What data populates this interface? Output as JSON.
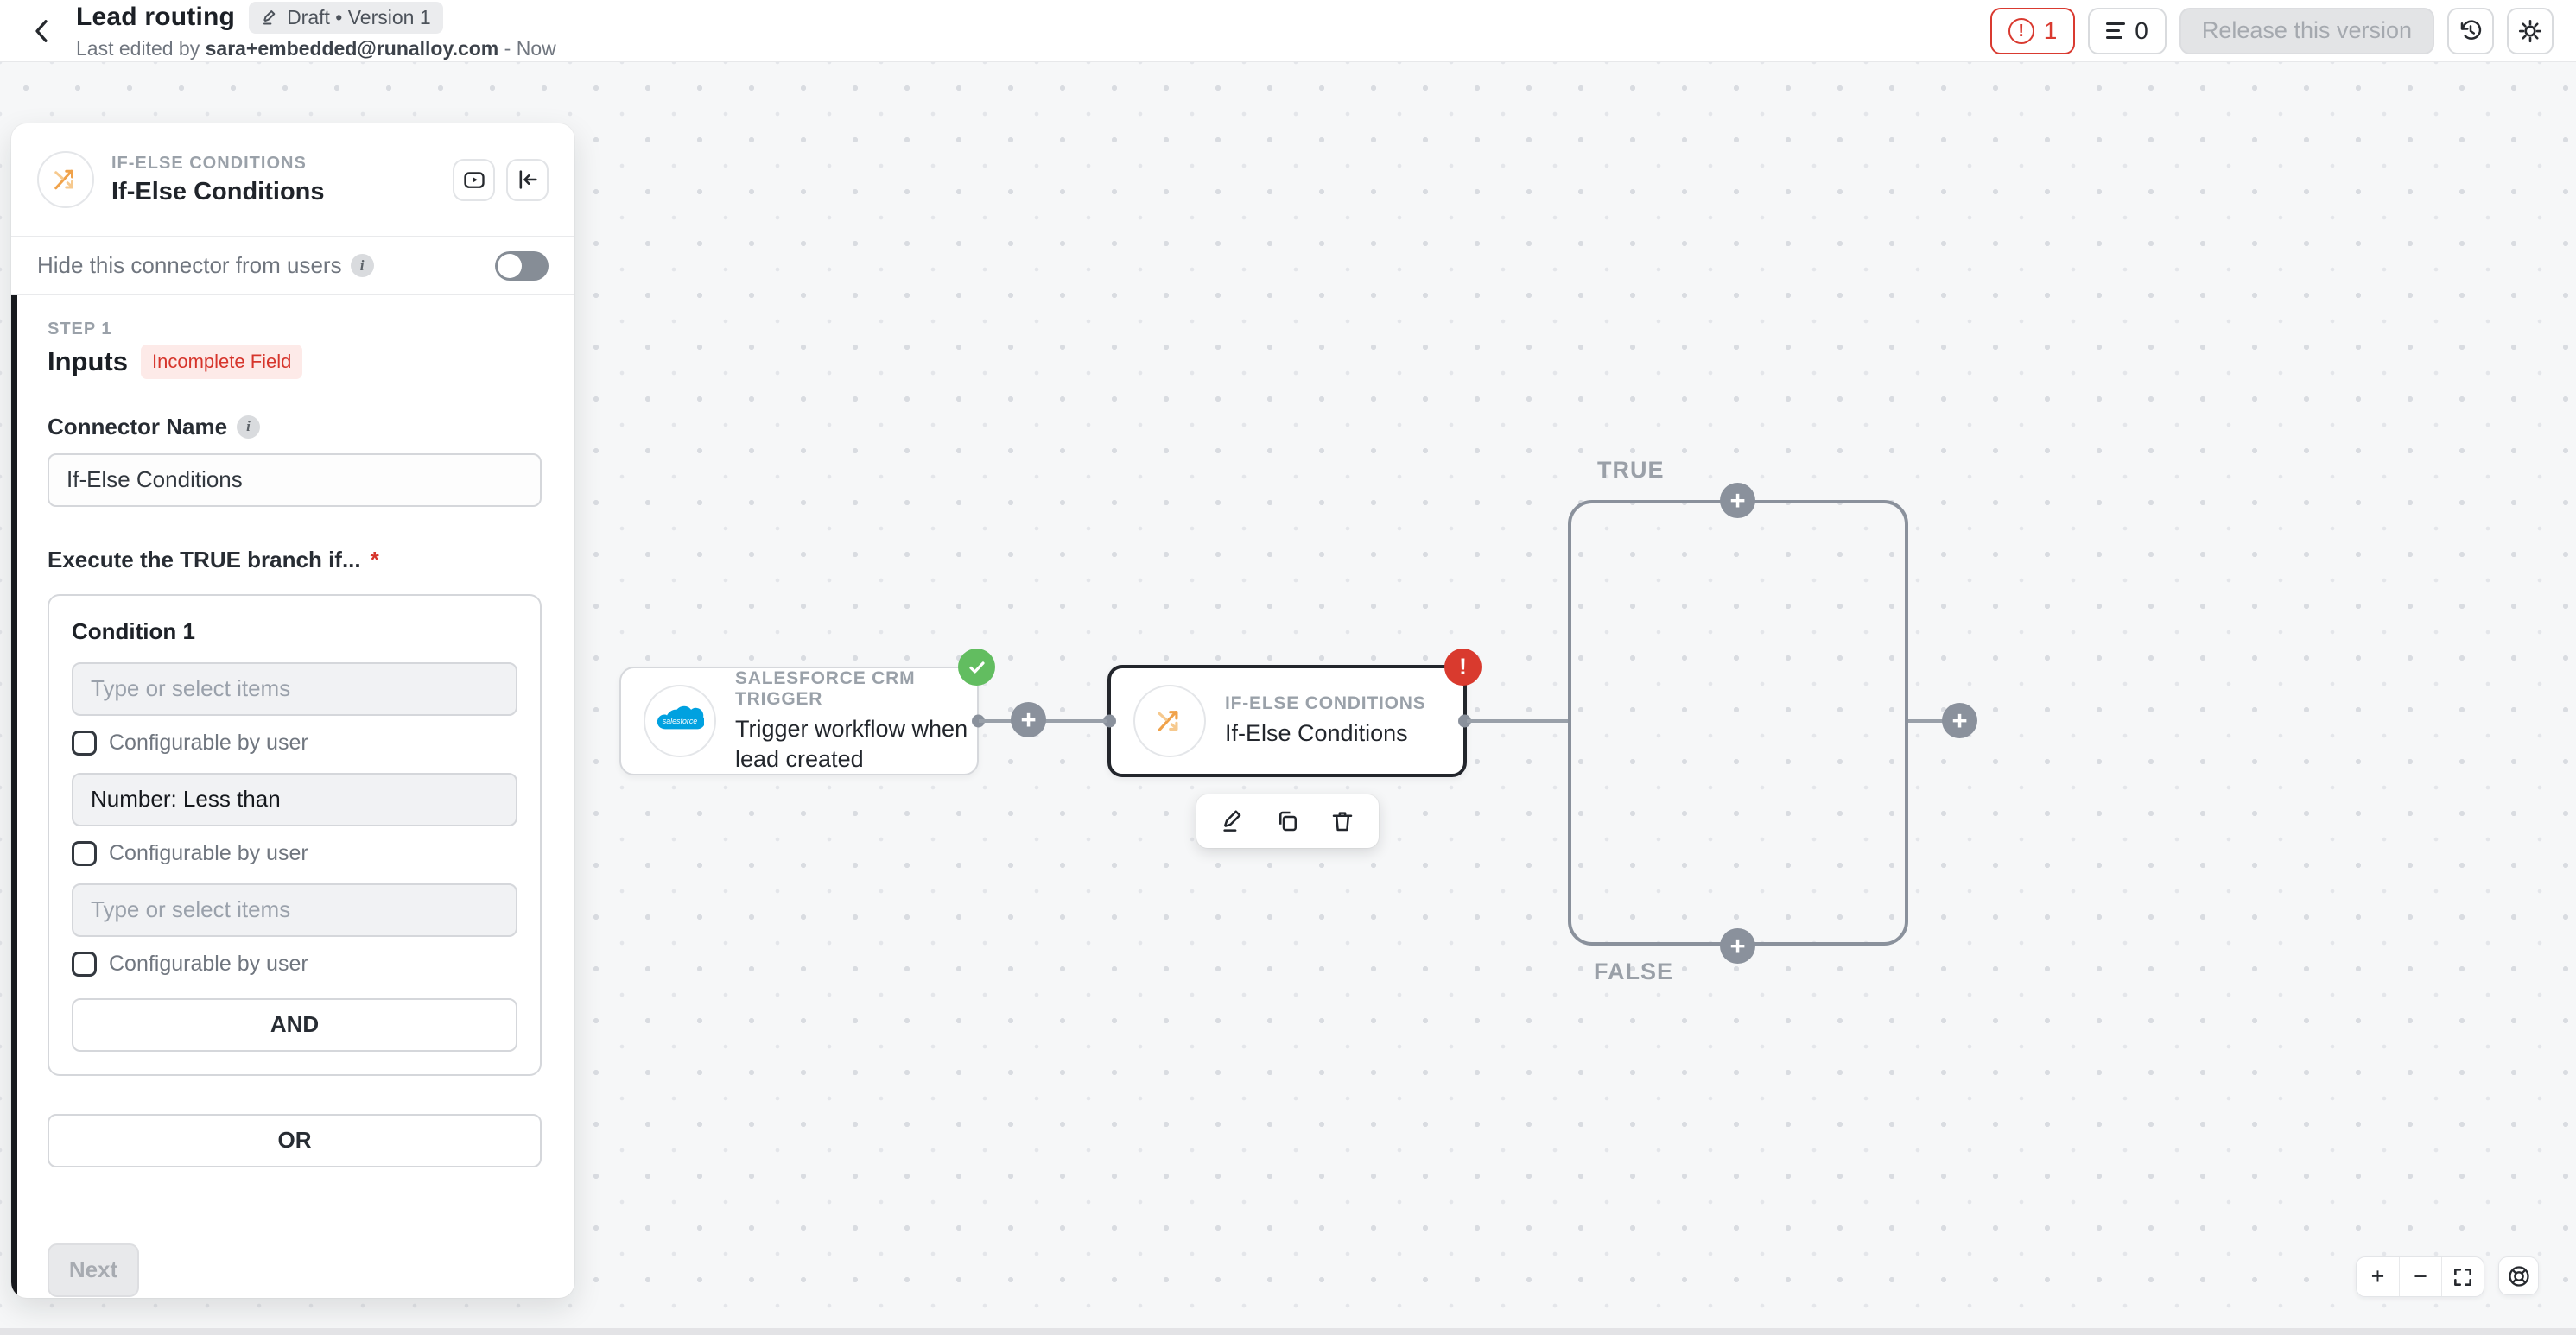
{
  "header": {
    "title": "Lead routing",
    "status_badge": "Draft • Version 1",
    "last_edited_prefix": "Last edited by",
    "last_edited_user": "sara+embedded@runalloy.com",
    "last_edited_suffix": "- Now",
    "error_count": "1",
    "warning_count": "0",
    "release_button": "Release this version"
  },
  "panel": {
    "connector_type": "IF-ELSE CONDITIONS",
    "connector_title": "If-Else Conditions",
    "hide_toggle_label": "Hide this connector from users",
    "step_label": "STEP 1",
    "step_title": "Inputs",
    "incomplete_badge": "Incomplete Field",
    "connector_name_label": "Connector Name",
    "connector_name_value": "If-Else Conditions",
    "true_branch_label": "Execute the TRUE branch if...",
    "required_mark": "*",
    "condition": {
      "title": "Condition 1",
      "operand_placeholder": "Type or select items",
      "operator_value": "Number: Less than",
      "configurable_label": "Configurable by user",
      "and_button": "AND"
    },
    "or_button": "OR",
    "next_button": "Next"
  },
  "canvas": {
    "trigger_node": {
      "type_label": "SALESFORCE CRM TRIGGER",
      "title": "Trigger workflow when lead created"
    },
    "ifelse_node": {
      "type_label": "IF-ELSE CONDITIONS",
      "title": "If-Else Conditions"
    },
    "true_label": "TRUE",
    "false_label": "FALSE",
    "error_badge": "!"
  },
  "icons": {
    "plus": "+",
    "minus": "−",
    "info": "i"
  },
  "colors": {
    "error_red": "#d93a2e",
    "success_green": "#62bd60",
    "branch_gray": "#8a919c",
    "ifelse_orange": "#f0a24a",
    "salesforce_blue": "#00a1e0",
    "badge_bg": "#fdeae8"
  }
}
